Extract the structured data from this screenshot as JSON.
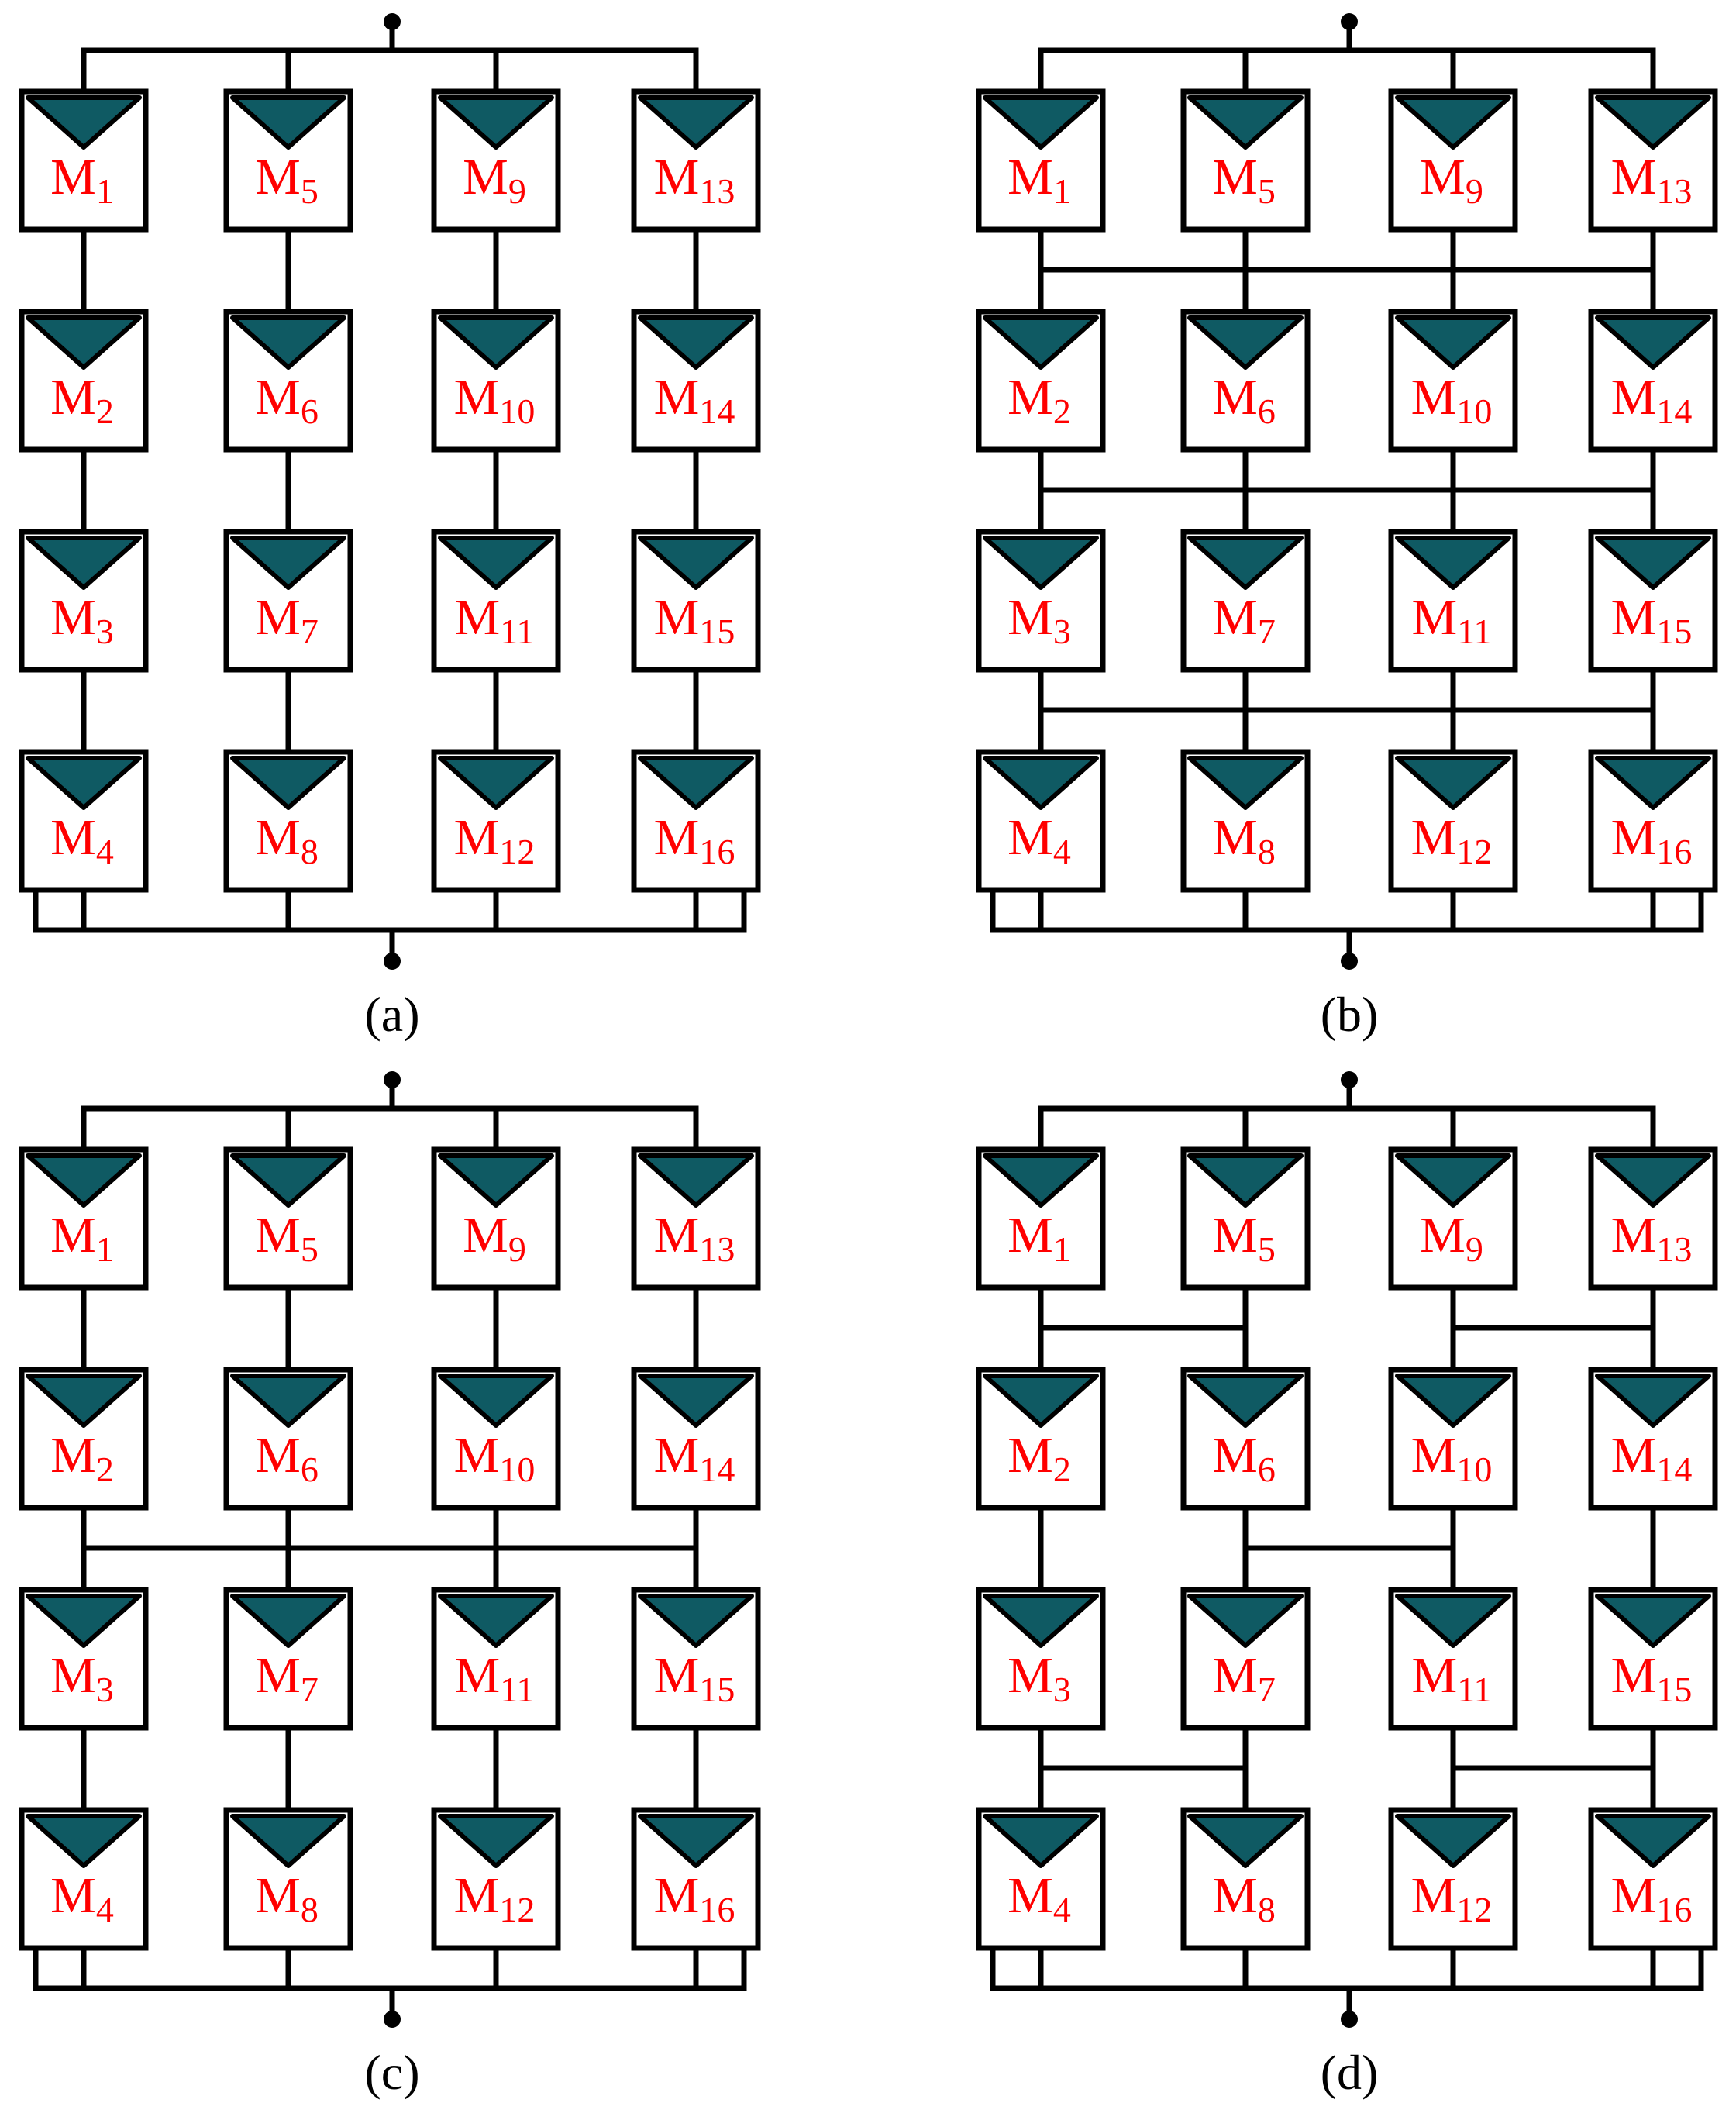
{
  "colors": {
    "wire": "#000000",
    "panel_fill": "#0f5a63",
    "label": "#ff0000",
    "caption": "#000000"
  },
  "panels": [
    {
      "id": "a",
      "caption": "(a)",
      "configuration": "series-parallel",
      "columns": [
        [
          {
            "base": "M",
            "sub": "1"
          },
          {
            "base": "M",
            "sub": "2"
          },
          {
            "base": "M",
            "sub": "3"
          },
          {
            "base": "M",
            "sub": "4"
          }
        ],
        [
          {
            "base": "M",
            "sub": "5"
          },
          {
            "base": "M",
            "sub": "6"
          },
          {
            "base": "M",
            "sub": "7"
          },
          {
            "base": "M",
            "sub": "8"
          }
        ],
        [
          {
            "base": "M",
            "sub": "9"
          },
          {
            "base": "M",
            "sub": "10"
          },
          {
            "base": "M",
            "sub": "11"
          },
          {
            "base": "M",
            "sub": "12"
          }
        ],
        [
          {
            "base": "M",
            "sub": "13"
          },
          {
            "base": "M",
            "sub": "14"
          },
          {
            "base": "M",
            "sub": "15"
          },
          {
            "base": "M",
            "sub": "16"
          }
        ]
      ],
      "ties": []
    },
    {
      "id": "b",
      "caption": "(b)",
      "configuration": "total-cross-tied",
      "columns": [
        [
          {
            "base": "M",
            "sub": "1"
          },
          {
            "base": "M",
            "sub": "2"
          },
          {
            "base": "M",
            "sub": "3"
          },
          {
            "base": "M",
            "sub": "4"
          }
        ],
        [
          {
            "base": "M",
            "sub": "5"
          },
          {
            "base": "M",
            "sub": "6"
          },
          {
            "base": "M",
            "sub": "7"
          },
          {
            "base": "M",
            "sub": "8"
          }
        ],
        [
          {
            "base": "M",
            "sub": "9"
          },
          {
            "base": "M",
            "sub": "10"
          },
          {
            "base": "M",
            "sub": "11"
          },
          {
            "base": "M",
            "sub": "12"
          }
        ],
        [
          {
            "base": "M",
            "sub": "13"
          },
          {
            "base": "M",
            "sub": "14"
          },
          {
            "base": "M",
            "sub": "15"
          },
          {
            "base": "M",
            "sub": "16"
          }
        ]
      ],
      "ties": [
        {
          "gap": 0,
          "from_col": 0,
          "to_col": 3
        },
        {
          "gap": 1,
          "from_col": 0,
          "to_col": 3
        },
        {
          "gap": 2,
          "from_col": 0,
          "to_col": 3
        }
      ]
    },
    {
      "id": "c",
      "caption": "(c)",
      "configuration": "bridge-linked-partial",
      "columns": [
        [
          {
            "base": "M",
            "sub": "1"
          },
          {
            "base": "M",
            "sub": "2"
          },
          {
            "base": "M",
            "sub": "3"
          },
          {
            "base": "M",
            "sub": "4"
          }
        ],
        [
          {
            "base": "M",
            "sub": "5"
          },
          {
            "base": "M",
            "sub": "6"
          },
          {
            "base": "M",
            "sub": "7"
          },
          {
            "base": "M",
            "sub": "8"
          }
        ],
        [
          {
            "base": "M",
            "sub": "9"
          },
          {
            "base": "M",
            "sub": "10"
          },
          {
            "base": "M",
            "sub": "11"
          },
          {
            "base": "M",
            "sub": "12"
          }
        ],
        [
          {
            "base": "M",
            "sub": "13"
          },
          {
            "base": "M",
            "sub": "14"
          },
          {
            "base": "M",
            "sub": "15"
          },
          {
            "base": "M",
            "sub": "16"
          }
        ]
      ],
      "ties": [
        {
          "gap": 1,
          "from_col": 0,
          "to_col": 3
        }
      ]
    },
    {
      "id": "d",
      "caption": "(d)",
      "configuration": "bridge-linked",
      "columns": [
        [
          {
            "base": "M",
            "sub": "1"
          },
          {
            "base": "M",
            "sub": "2"
          },
          {
            "base": "M",
            "sub": "3"
          },
          {
            "base": "M",
            "sub": "4"
          }
        ],
        [
          {
            "base": "M",
            "sub": "5"
          },
          {
            "base": "M",
            "sub": "6"
          },
          {
            "base": "M",
            "sub": "7"
          },
          {
            "base": "M",
            "sub": "8"
          }
        ],
        [
          {
            "base": "M",
            "sub": "9"
          },
          {
            "base": "M",
            "sub": "10"
          },
          {
            "base": "M",
            "sub": "11"
          },
          {
            "base": "M",
            "sub": "12"
          }
        ],
        [
          {
            "base": "M",
            "sub": "13"
          },
          {
            "base": "M",
            "sub": "14"
          },
          {
            "base": "M",
            "sub": "15"
          },
          {
            "base": "M",
            "sub": "16"
          }
        ]
      ],
      "ties": [
        {
          "gap": 0,
          "from_col": 0,
          "to_col": 1
        },
        {
          "gap": 0,
          "from_col": 2,
          "to_col": 3
        },
        {
          "gap": 1,
          "from_col": 1,
          "to_col": 2
        },
        {
          "gap": 2,
          "from_col": 0,
          "to_col": 1
        },
        {
          "gap": 2,
          "from_col": 2,
          "to_col": 3
        }
      ]
    }
  ]
}
